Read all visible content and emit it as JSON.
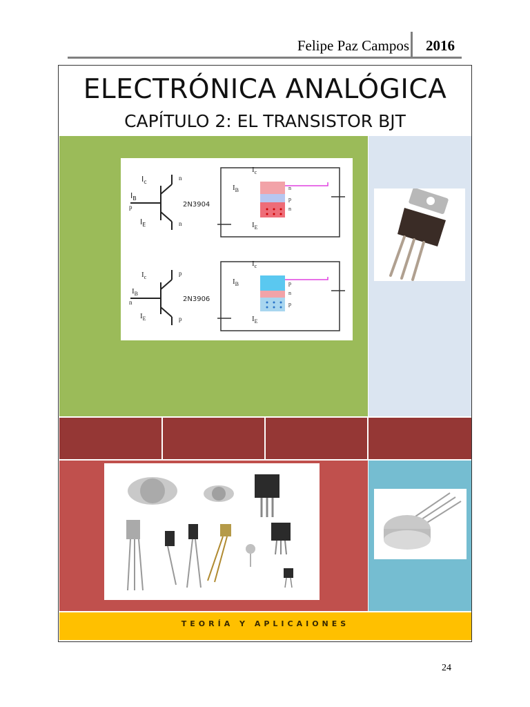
{
  "header": {
    "author": "Felipe Paz Campos",
    "year": "2016"
  },
  "cover": {
    "title": "ELECTRÓNICA ANALÓGICA",
    "subtitle": "CAPÍTULO 2: EL TRANSISTOR BJT",
    "band_text": "TEORÍA Y APLICAIONES"
  },
  "diagram": {
    "npn_part": "2N3904",
    "pnp_part": "2N3906",
    "labels": {
      "ic": "I",
      "ib": "I",
      "ie": "I",
      "n": "n",
      "p": "p",
      "b": "B",
      "c": "C",
      "e": "E"
    }
  },
  "colors": {
    "green": "#9bbb59",
    "lightblue": "#dbe5f1",
    "darkred": "#953735",
    "red": "#c0504d",
    "cyan": "#75bdd1",
    "yellow": "#ffc000"
  },
  "page_number": "24"
}
